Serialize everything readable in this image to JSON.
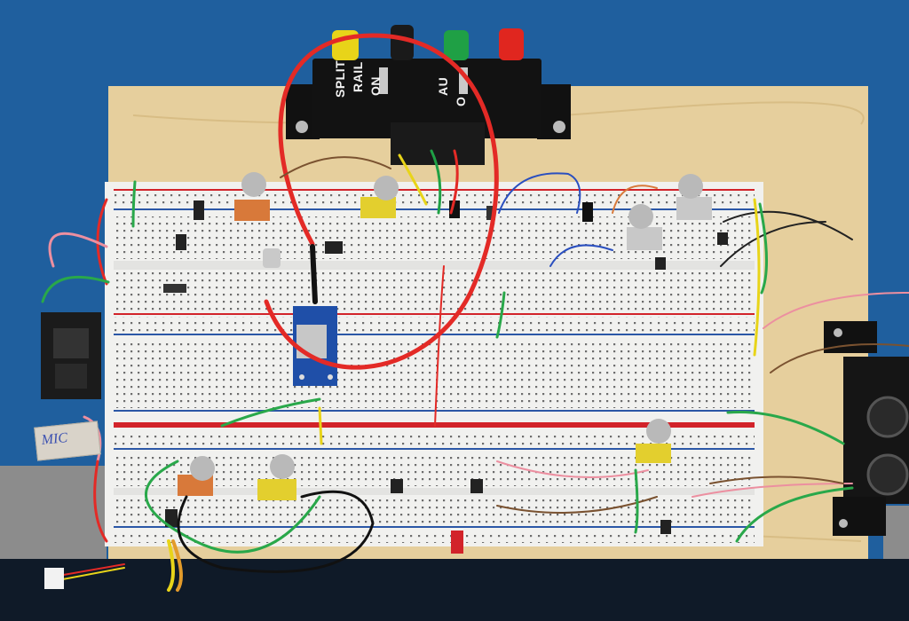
{
  "switch_box": {
    "left_label_line1": "SPLIT",
    "left_label_line2": "RAIL",
    "left_label_line3": "ON",
    "right_label_line1": "AU",
    "right_label_line2": "O"
  },
  "jack_colors": [
    "#e8d419",
    "#1a1a1a",
    "#1fa045",
    "#e0261f"
  ],
  "tag": {
    "text": "MIC"
  },
  "colors": {
    "background": "#1f5f9e",
    "board": "#e6cf9d",
    "breadboard": "#f1f1ef",
    "rail_red": "#d2232a",
    "rail_blue": "#2b57a6",
    "wire_red": "#e32a26",
    "wire_green": "#29a84a",
    "wire_brown": "#7a5230",
    "wire_pink": "#ec8fa0",
    "wire_blue": "#2a4fbf",
    "sd_module": "#1f4fa8"
  }
}
